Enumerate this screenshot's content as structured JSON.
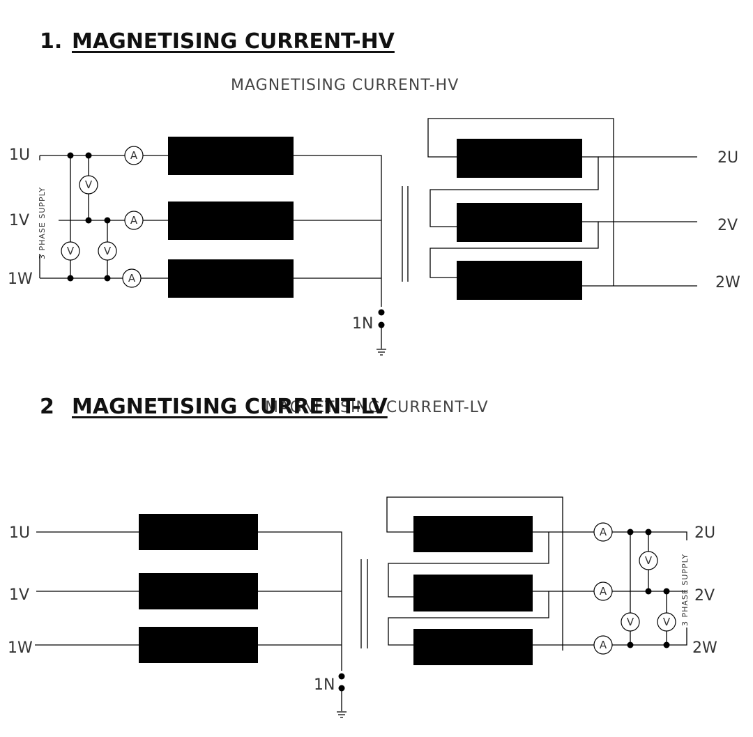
{
  "section1": {
    "number": "1.",
    "title": "MAGNETISING CURRENT-HV",
    "caption": "MAGNETISING CURRENT-HV",
    "labels": {
      "hv_u": "1U",
      "hv_v": "1V",
      "hv_w": "1W",
      "lv_u": "2U",
      "lv_v": "2V",
      "lv_w": "2W",
      "neutral": "1N"
    },
    "supply_text": "3 PHASE SUPPLY",
    "ammeter": "A",
    "voltmeter": "V"
  },
  "section2": {
    "number": "2",
    "title": "MAGNETISING CURRENT-LV",
    "caption": "MAGNETISING CURRENT-LV",
    "labels": {
      "hv_u": "1U",
      "hv_v": "1V",
      "hv_w": "1W",
      "lv_u": "2U",
      "lv_v": "2V",
      "lv_w": "2W",
      "neutral": "1N"
    },
    "supply_text": "3 PHASE SUPPLY",
    "ammeter": "A",
    "voltmeter": "V"
  }
}
